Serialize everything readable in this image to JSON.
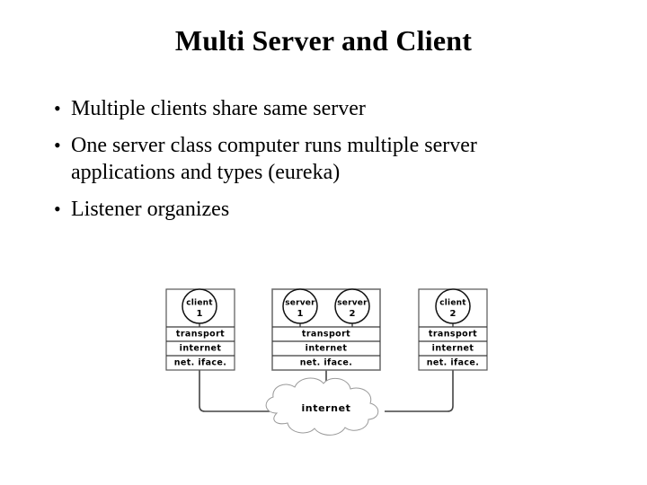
{
  "slide": {
    "title": "Multi Server and Client",
    "bullet_char": "•",
    "bullets": [
      "Multiple clients share same server",
      "One server class computer runs multiple server applications and types (eureka)",
      "Listener organizes"
    ]
  },
  "diagram": {
    "layer_labels": {
      "transport": "transport",
      "internet": "internet",
      "net_iface": "net. iface."
    },
    "cloud": {
      "label": "internet"
    },
    "hosts": [
      {
        "id": "client-1-host",
        "apps": [
          {
            "name": "client",
            "number": "1"
          }
        ],
        "layers": [
          "transport",
          "internet",
          "net. iface."
        ]
      },
      {
        "id": "server-host",
        "apps": [
          {
            "name": "server",
            "number": "1"
          },
          {
            "name": "server",
            "number": "2"
          }
        ],
        "layers": [
          "transport",
          "internet",
          "net. iface."
        ]
      },
      {
        "id": "client-2-host",
        "apps": [
          {
            "name": "client",
            "number": "2"
          }
        ],
        "layers": [
          "transport",
          "internet",
          "net. iface."
        ]
      }
    ]
  },
  "colors": {
    "background": "#ffffff",
    "text": "#000000",
    "box_border": "#6f6f6f",
    "line": "#444444",
    "cloud_border": "#9a9a9a"
  }
}
